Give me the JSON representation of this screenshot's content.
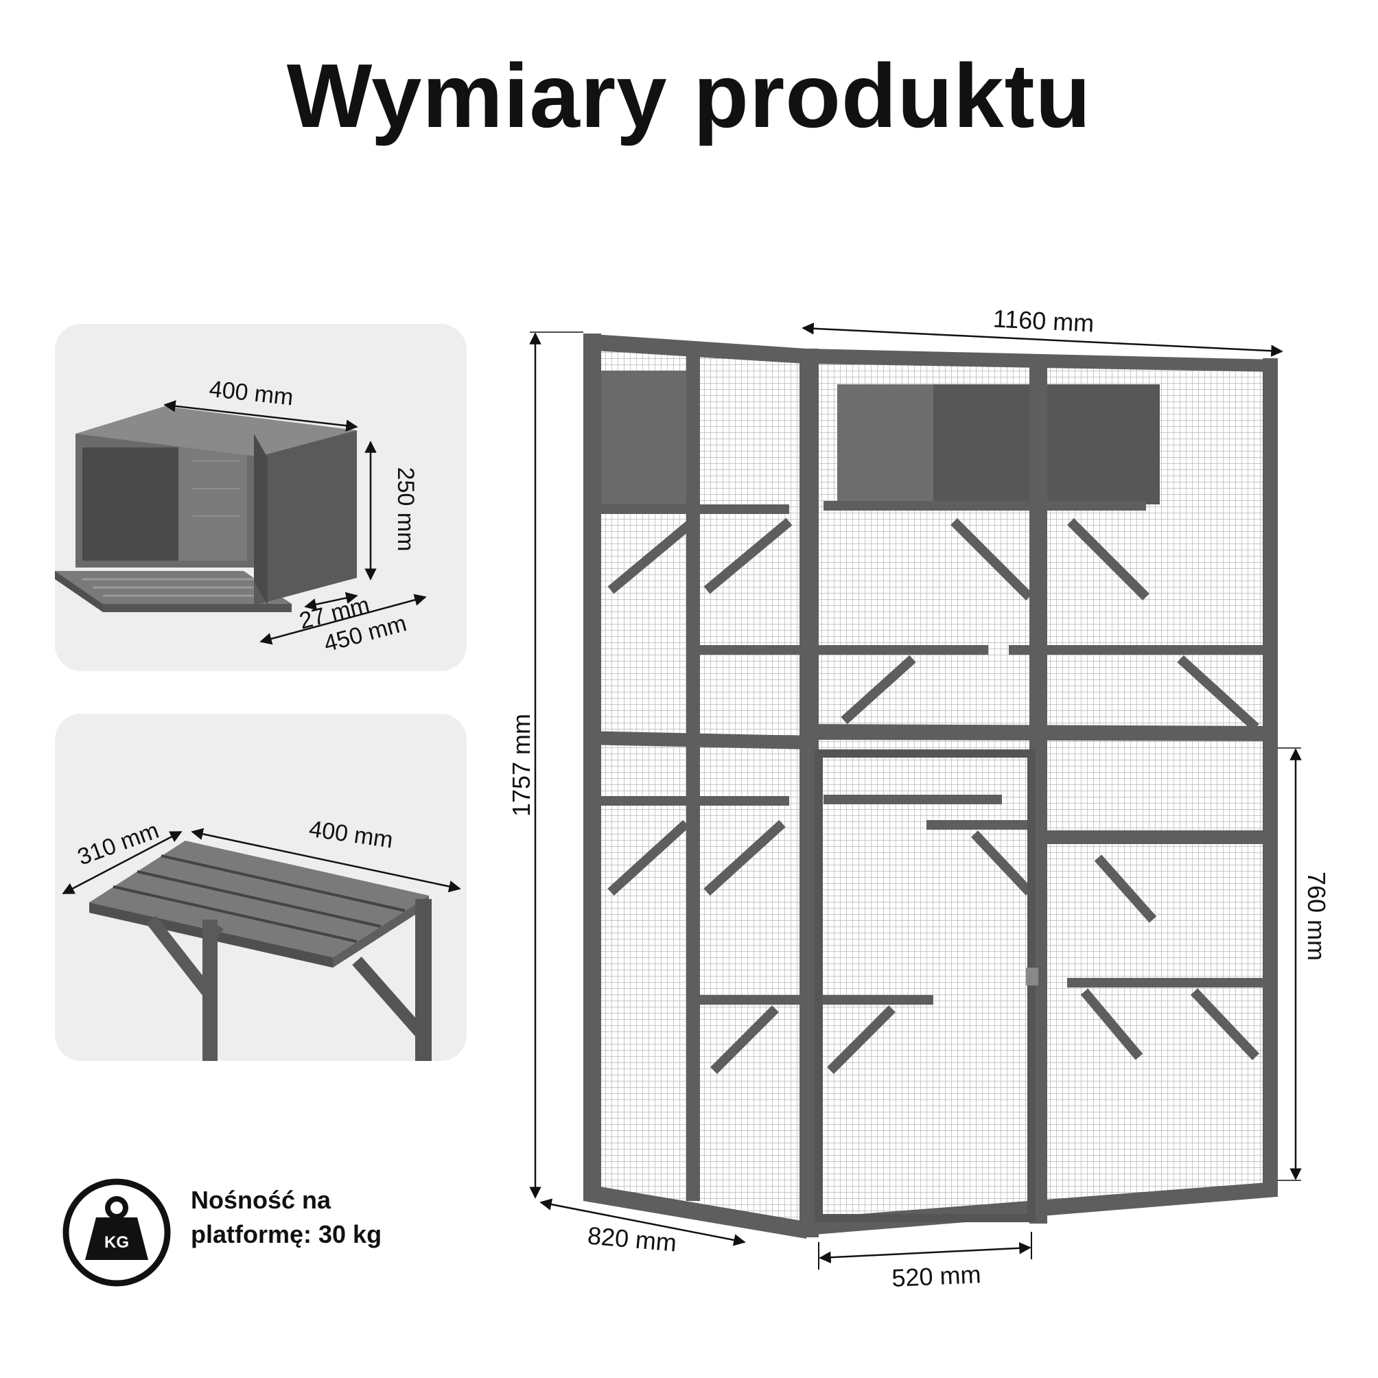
{
  "title": "Wymiary produktu",
  "house": {
    "width_label": "400 mm",
    "height_label": "250 mm",
    "thickness_label": "27 mm",
    "depth_label": "450 mm"
  },
  "shelf": {
    "depth_label": "310 mm",
    "width_label": "400 mm"
  },
  "catio": {
    "width_label": "1160 mm",
    "height_label": "1757 mm",
    "depth_label": "820 mm",
    "door_width_label": "520 mm",
    "section_height_label": "760 mm"
  },
  "weight": {
    "icon_label": "KG",
    "line1": "Nośność na",
    "line2": "platformę: 30 kg"
  },
  "colors": {
    "wood": "#5e5e5e",
    "wood_dark": "#3f3f3f",
    "panel": "#eeeeee",
    "text": "#111111"
  }
}
